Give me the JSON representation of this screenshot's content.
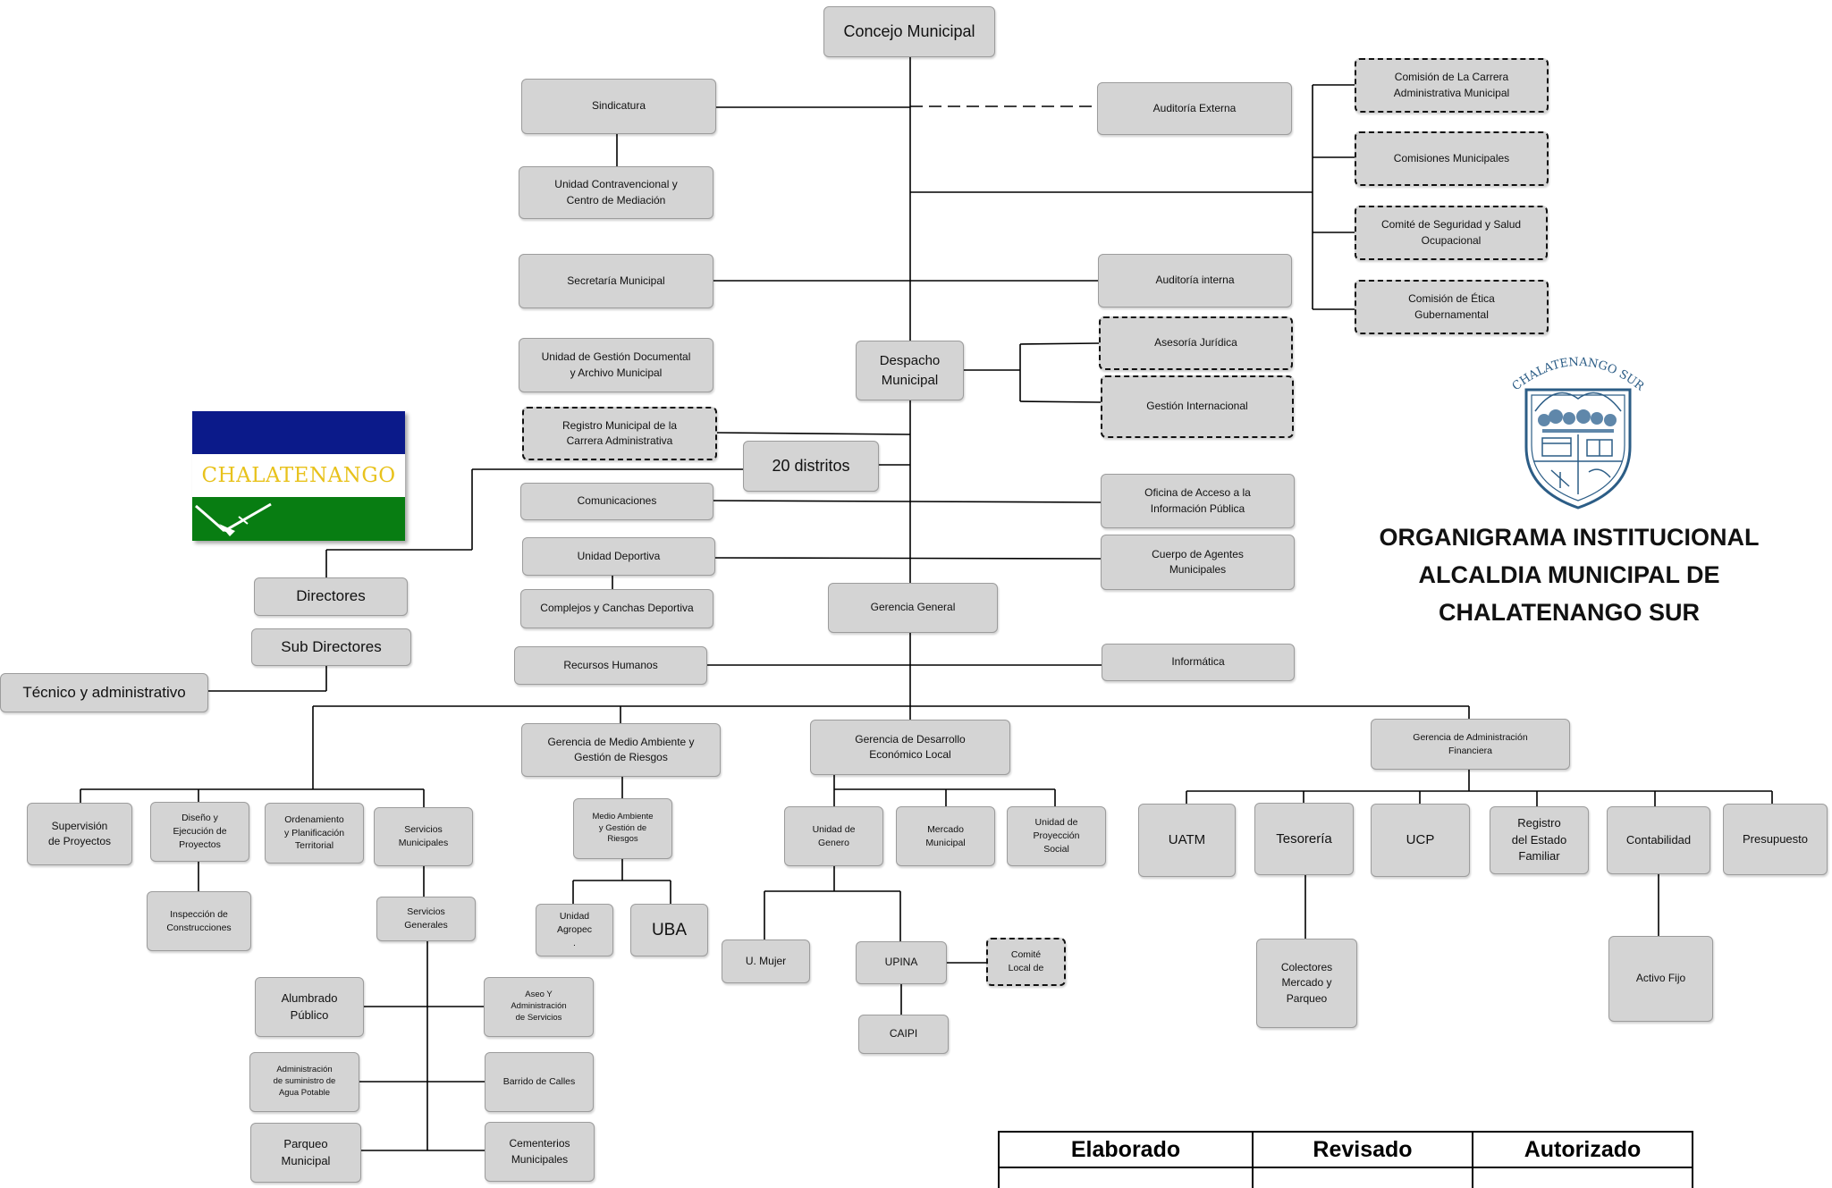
{
  "title": {
    "line1": "ORGANIGRAMA INSTITUCIONAL",
    "line2": "ALCALDIA MUNICIPAL DE",
    "line3": "CHALATENANGO SUR"
  },
  "flag": {
    "text": "CHALATENANGO",
    "colors": {
      "top": "#0b1a8a",
      "middle": "#ffffff",
      "bottom": "#087d12",
      "text": "#e8c21c"
    }
  },
  "seal": {
    "text": "CHALATENANGO SUR"
  },
  "signature_table": {
    "headers": [
      "Elaborado",
      "Revisado",
      "Autorizado"
    ]
  },
  "colors": {
    "box_fill": "#d4d4d4",
    "box_border": "#9c9c9c",
    "line": "#000000"
  },
  "nodes": {
    "concejo": "Concejo Municipal",
    "sindicatura": "Sindicatura",
    "unidad_contravencional": "Unidad Contravencional y\nCentro de Mediación",
    "auditoria_externa": "Auditoría Externa",
    "comision_carrera": "Comisión de La Carrera\nAdministrativa Municipal",
    "comisiones_municipales": "Comisiones Municipales",
    "comite_seguridad": "Comité de Seguridad y Salud\nOcupacional",
    "comision_etica": "Comisión de Ética\nGubernamental",
    "secretaria": "Secretaría Municipal",
    "auditoria_interna": "Auditoría interna",
    "gestion_documental": "Unidad de Gestión Documental\ny Archivo Municipal",
    "despacho": "Despacho\nMunicipal",
    "asesoria_juridica": "Asesoría Jurídica",
    "gestion_internacional": "Gestión Internacional",
    "registro_carrera": "Registro Municipal de la\nCarrera Administrativa",
    "distritos": "20 distritos",
    "comunicaciones": "Comunicaciones",
    "oficina_acceso": "Oficina de Acceso a la\nInformación Pública",
    "unidad_deportiva": "Unidad Deportiva",
    "cuerpo_agentes": "Cuerpo de Agentes\nMunicipales",
    "complejos": "Complejos y Canchas Deportiva",
    "gerencia_general": "Gerencia General",
    "directores": "Directores",
    "sub_directores": "Sub Directores",
    "tecnico": "Técnico y administrativo",
    "recursos_humanos": "Recursos Humanos",
    "informatica": "Informática",
    "gerencia_ambiente": "Gerencia de Medio Ambiente y\nGestión de Riesgos",
    "gerencia_desarrollo": "Gerencia de Desarrollo\nEconómico Local",
    "gerencia_admin": "Gerencia de Administración\nFinanciera",
    "supervision": "Supervisión\nde Proyectos",
    "diseno": "Diseño y\nEjecución de\nProyectos",
    "ordenamiento": "Ordenamiento\ny Planificación\nTerritorial",
    "servicios_municipales": "Servicios\nMunicipales",
    "inspeccion": "Inspección de\nConstrucciones",
    "servicios_generales": "Servicios\nGenerales",
    "alumbrado": "Alumbrado\nPúblico",
    "aseo": "Aseo Y\nAdministración\nde Servicios",
    "agua_potable": "Administración\nde suministro de\nAgua Potable",
    "barrido": "Barrido de Calles",
    "parqueo": "Parqueo\nMunicipal",
    "cementerios": "Cementerios\nMunicipales",
    "medio_ambiente": "Medio Ambiente\ny Gestión de\nRiesgos",
    "unidad_agropec": "Unidad\nAgropec\n.",
    "uba": "UBA",
    "unidad_genero": "Unidad de\nGenero",
    "mercado": "Mercado\nMunicipal",
    "proyeccion_social": "Unidad de\nProyección\nSocial",
    "u_mujer": "U. Mujer",
    "upina": "UPINA",
    "comite_local": "Comité\nLocal de",
    "caipi": "CAIPI",
    "uatm": "UATM",
    "tesoreria": "Tesorería",
    "ucp": "UCP",
    "registro_familiar": "Registro\ndel Estado\nFamiliar",
    "contabilidad": "Contabilidad",
    "presupuesto": "Presupuesto",
    "colectores": "Colectores\nMercado y\nParqueo",
    "activo_fijo": "Activo Fijo"
  }
}
